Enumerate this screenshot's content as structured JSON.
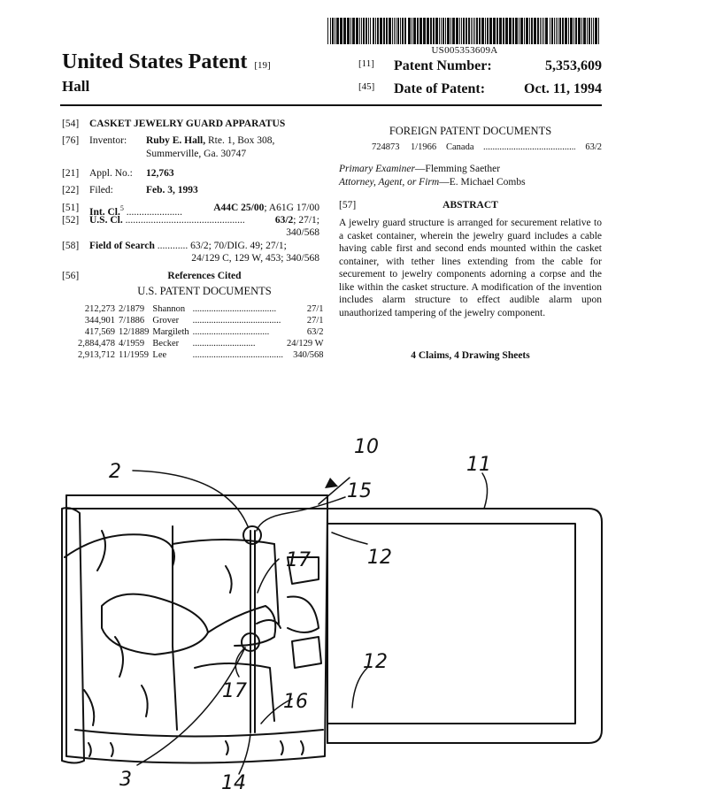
{
  "barcode_text": "US005353609A",
  "header": {
    "title": "United States Patent",
    "title_code": "[19]",
    "inventor_surname": "Hall",
    "patent_number_code": "[11]",
    "patent_number_label": "Patent Number:",
    "patent_number": "5,353,609",
    "date_code": "[45]",
    "date_label": "Date of Patent:",
    "date": "Oct. 11, 1994"
  },
  "fields": {
    "title_code": "[54]",
    "title": "CASKET JEWELRY GUARD APPARATUS",
    "inventor_code": "[76]",
    "inventor_label": "Inventor:",
    "inventor_line1": "Ruby E. Hall, Rte. 1, Box 308,",
    "inventor_line2": "Summerville, Ga. 30747",
    "appl_code": "[21]",
    "appl_label": "Appl. No.:",
    "appl_no": "12,763",
    "filed_code": "[22]",
    "filed_label": "Filed:",
    "filed_date": "Feb. 3, 1993",
    "intcl_code": "[51]",
    "intcl_label": "Int. Cl.",
    "intcl_sup": "5",
    "intcl_dots": " ......................",
    "intcl_value": "A44C 25/00",
    "intcl_value2": "; A61G 17/00",
    "uscl_code": "[52]",
    "uscl_label": "U.S. Cl.",
    "uscl_dots": " ...............................................",
    "uscl_value": "63/2",
    "uscl_value2": "; 27/1;",
    "uscl_value3": "340/568",
    "search_code": "[58]",
    "search_label": "Field of Search",
    "search_dots": " ............",
    "search_line1": " 63/2; 70/DIG. 49; 27/1;",
    "search_line2": "24/129 C, 129 W, 453; 340/568",
    "refs_code": "[56]",
    "refs_heading": "References Cited",
    "us_docs_heading": "U.S. PATENT DOCUMENTS"
  },
  "us_refs": [
    {
      "number": "212,273",
      "date": "2/1879",
      "name": "Shannon",
      "dots": "....................................",
      "cls": "27/1"
    },
    {
      "number": "344,901",
      "date": "7/1886",
      "name": "Grover",
      "dots": "......................................",
      "cls": "27/1"
    },
    {
      "number": "417,569",
      "date": "12/1889",
      "name": "Margileth",
      "dots": ".................................",
      "cls": "63/2"
    },
    {
      "number": "2,884,478",
      "date": "4/1959",
      "name": "Becker",
      "dots": "...........................",
      "cls": "24/129 W"
    },
    {
      "number": "2,913,712",
      "date": "11/1959",
      "name": "Lee",
      "dots": ".......................................",
      "cls": "340/568"
    }
  ],
  "foreign": {
    "heading": "FOREIGN PATENT DOCUMENTS",
    "number": "724873",
    "date": "1/1966",
    "country": "Canada",
    "dots": ".........................................",
    "cls": "63/2"
  },
  "examiner": {
    "primary_label": "Primary Examiner",
    "primary_name": "—Flemming Saether",
    "attorney_label": "Attorney, Agent, or Firm",
    "attorney_name": "—E. Michael Combs"
  },
  "abstract": {
    "code": "[57]",
    "heading": "ABSTRACT",
    "text": "A jewelry guard structure is arranged for securement relative to a casket container, wherein the jewelry guard includes a cable having cable first and second ends mounted within the casket container, with tether lines extending from the cable for securement to jewelry components adorning a corpse and the like within the casket structure. A modification of the invention includes alarm structure to effect audible alarm upon unauthorized tampering of the jewelry component.",
    "claims_line": "4 Claims, 4 Drawing Sheets"
  },
  "drawing_labels": {
    "ref_2": "2",
    "ref_3": "3",
    "ref_10": "10",
    "ref_11": "11",
    "ref_12a": "12",
    "ref_12b": "12",
    "ref_14": "14",
    "ref_15": "15",
    "ref_16": "16",
    "ref_17a": "17",
    "ref_17b": "17"
  }
}
